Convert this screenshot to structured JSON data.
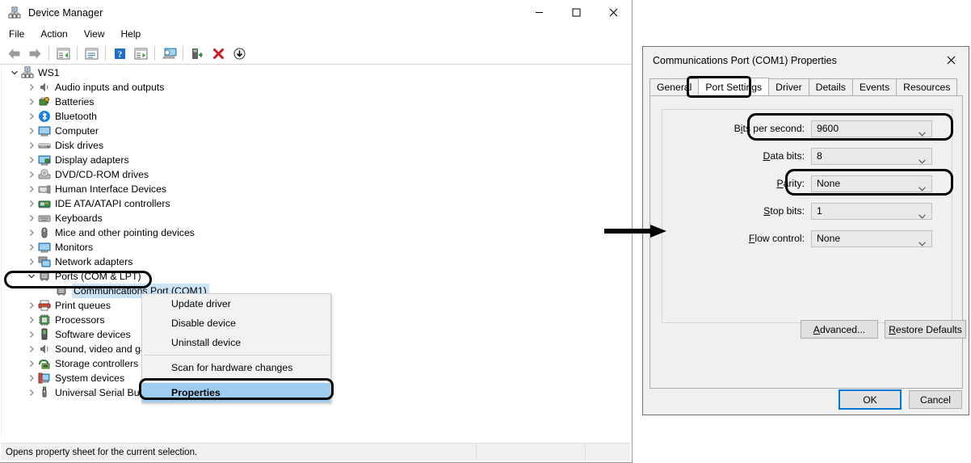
{
  "device_manager": {
    "title": "Device Manager",
    "title_icon": "device-manager-icon",
    "window_buttons": {
      "minimize": "—",
      "maximize": "□",
      "close": "✕"
    },
    "menus": [
      "File",
      "Action",
      "View",
      "Help"
    ],
    "toolbar": [
      {
        "name": "back-icon",
        "glyph": "back"
      },
      {
        "name": "forward-icon",
        "glyph": "forward"
      },
      {
        "name": "separator",
        "glyph": "sep"
      },
      {
        "name": "properties-list-icon",
        "glyph": "list1"
      },
      {
        "name": "separator",
        "glyph": "sep"
      },
      {
        "name": "show-hidden-devices-icon",
        "glyph": "list2"
      },
      {
        "name": "separator",
        "glyph": "sep"
      },
      {
        "name": "help-icon",
        "glyph": "help"
      },
      {
        "name": "device-properties-icon",
        "glyph": "list3"
      },
      {
        "name": "separator",
        "glyph": "sep"
      },
      {
        "name": "scan-for-hardware-changes-icon",
        "glyph": "monitor"
      },
      {
        "name": "separator",
        "glyph": "sep"
      },
      {
        "name": "update-driver-icon",
        "glyph": "update"
      },
      {
        "name": "uninstall-device-icon",
        "glyph": "redx"
      },
      {
        "name": "disable-device-icon",
        "glyph": "down"
      }
    ],
    "tree": [
      {
        "label": "WS1",
        "depth": 0,
        "expanded": true,
        "icon": "computer-node-icon",
        "selected": false
      },
      {
        "label": "Audio inputs and outputs",
        "depth": 1,
        "expanded": false,
        "icon": "speaker-icon",
        "selected": false
      },
      {
        "label": "Batteries",
        "depth": 1,
        "expanded": false,
        "icon": "battery-icon",
        "selected": false
      },
      {
        "label": "Bluetooth",
        "depth": 1,
        "expanded": false,
        "icon": "bluetooth-icon",
        "selected": false
      },
      {
        "label": "Computer",
        "depth": 1,
        "expanded": false,
        "icon": "computer-icon",
        "selected": false
      },
      {
        "label": "Disk drives",
        "depth": 1,
        "expanded": false,
        "icon": "disk-icon",
        "selected": false
      },
      {
        "label": "Display adapters",
        "depth": 1,
        "expanded": false,
        "icon": "display-icon",
        "selected": false
      },
      {
        "label": "DVD/CD-ROM drives",
        "depth": 1,
        "expanded": false,
        "icon": "dvd-icon",
        "selected": false
      },
      {
        "label": "Human Interface Devices",
        "depth": 1,
        "expanded": false,
        "icon": "hid-icon",
        "selected": false
      },
      {
        "label": "IDE ATA/ATAPI controllers",
        "depth": 1,
        "expanded": false,
        "icon": "ide-icon",
        "selected": false
      },
      {
        "label": "Keyboards",
        "depth": 1,
        "expanded": false,
        "icon": "keyboard-icon",
        "selected": false
      },
      {
        "label": "Mice and other pointing devices",
        "depth": 1,
        "expanded": false,
        "icon": "mouse-icon",
        "selected": false
      },
      {
        "label": "Monitors",
        "depth": 1,
        "expanded": false,
        "icon": "monitor-icon",
        "selected": false
      },
      {
        "label": "Network adapters",
        "depth": 1,
        "expanded": false,
        "icon": "network-icon",
        "selected": false
      },
      {
        "label": "Ports (COM & LPT)",
        "depth": 1,
        "expanded": true,
        "icon": "port-icon",
        "selected": false
      },
      {
        "label": "Communications Port (COM1)",
        "depth": 2,
        "expanded": null,
        "icon": "port-icon",
        "selected": true
      },
      {
        "label": "Print queues",
        "depth": 1,
        "expanded": false,
        "icon": "printer-icon",
        "selected": false
      },
      {
        "label": "Processors",
        "depth": 1,
        "expanded": false,
        "icon": "processor-icon",
        "selected": false
      },
      {
        "label": "Software devices",
        "depth": 1,
        "expanded": false,
        "icon": "software-device-icon",
        "selected": false
      },
      {
        "label": "Sound, video and game controllers",
        "depth": 1,
        "expanded": false,
        "icon": "sound-icon",
        "selected": false
      },
      {
        "label": "Storage controllers",
        "depth": 1,
        "expanded": false,
        "icon": "storage-icon",
        "selected": false
      },
      {
        "label": "System devices",
        "depth": 1,
        "expanded": false,
        "icon": "system-device-icon",
        "selected": false
      },
      {
        "label": "Universal Serial Bus controllers",
        "depth": 1,
        "expanded": false,
        "icon": "usb-icon",
        "selected": false
      }
    ],
    "statusbar": {
      "message": "Opens property sheet for the current selection."
    }
  },
  "context_menu": {
    "items": [
      {
        "label": "Update driver",
        "selected": false,
        "separator_after": false
      },
      {
        "label": "Disable device",
        "selected": false,
        "separator_after": false
      },
      {
        "label": "Uninstall device",
        "selected": false,
        "separator_after": true
      },
      {
        "label": "Scan for hardware changes",
        "selected": false,
        "separator_after": true
      },
      {
        "label": "Properties",
        "selected": true,
        "separator_after": false
      }
    ]
  },
  "properties_dialog": {
    "title": "Communications Port (COM1) Properties",
    "close_glyph": "✕",
    "tabs": [
      {
        "label": "General",
        "active": false
      },
      {
        "label": "Port Settings",
        "active": true
      },
      {
        "label": "Driver",
        "active": false
      },
      {
        "label": "Details",
        "active": false
      },
      {
        "label": "Events",
        "active": false
      },
      {
        "label": "Resources",
        "active": false
      }
    ],
    "fields": [
      {
        "label_pre": "B",
        "label_accel": "i",
        "label_post": "ts per second:",
        "value": "9600",
        "highlighted": true
      },
      {
        "label_pre": "",
        "label_accel": "D",
        "label_post": "ata bits:",
        "value": "8",
        "highlighted": false
      },
      {
        "label_pre": "",
        "label_accel": "P",
        "label_post": "arity:",
        "value": "None",
        "highlighted": true
      },
      {
        "label_pre": "",
        "label_accel": "S",
        "label_post": "top bits:",
        "value": "1",
        "highlighted": false
      },
      {
        "label_pre": "",
        "label_accel": "F",
        "label_post": "low control:",
        "value": "None",
        "highlighted": false
      }
    ],
    "buttons": {
      "advanced": "Advanced...",
      "restore_defaults": "Restore Defaults",
      "ok": "OK",
      "cancel": "Cancel"
    }
  },
  "annotations": {
    "arrow": "black-arrow-annotation",
    "boxes": [
      "ports-node-box",
      "properties-menu-box",
      "port-settings-tab-box",
      "bits-per-second-box",
      "parity-box"
    ]
  },
  "colors": {
    "selection_blue": "#cce4f7",
    "menu_highlight_blue": "#9ecdf0",
    "dialog_bg": "#f0f0f0",
    "accent": "#0078d7",
    "annotation": "#000000"
  }
}
